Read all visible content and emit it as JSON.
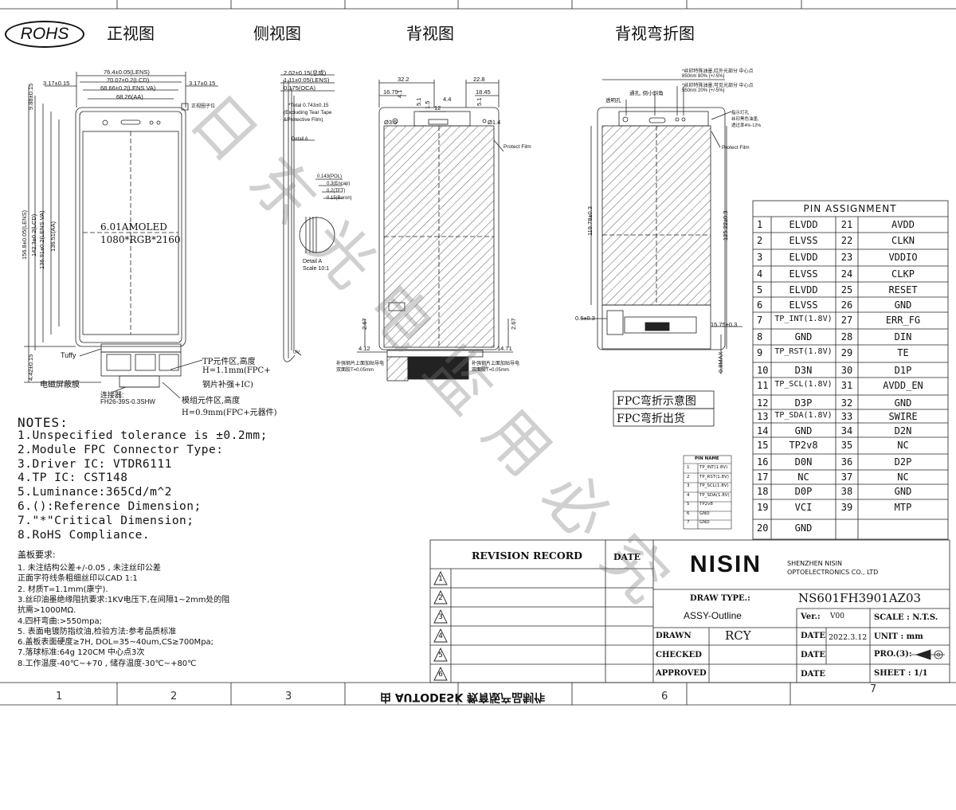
{
  "badge": "ROHS",
  "views": {
    "front": "正视图",
    "side": "侧视图",
    "back": "背视图",
    "back_bent": "背视弯折图"
  },
  "front_view": {
    "dims_top": [
      "76.4±0.05(LENS)",
      "70.07±0.2(LCD)",
      "68.66±0.2(LENS VA)",
      "68.26(AA)"
    ],
    "margin_left": "3.17±0.15",
    "margin_right": "3.17±0.15",
    "top_gap": "9.88±0.15",
    "v_dims": [
      "156.8±0.05(LENS)",
      "142.3±0.2(LCD)",
      "136.91±0.2(LENS VA)",
      "136.51(AA)"
    ],
    "bottom_dim": "4.42±0.15",
    "hole_label": "正视圈子位",
    "display_type": "6.01AMOLED",
    "resolution": "1080*RGB*2160",
    "tuffy": "Tuffy",
    "shield": "电磁屏蔽膜",
    "connector_label": "连接器:",
    "connector_part": "FH26-39S-0.3SHW",
    "tp_area_1": "TP元件区,高度",
    "tp_area_2": "H=1.1mm(FPC+",
    "tp_area_3": "钢片补强+IC)",
    "mod_area_1": "模组元件区,高度",
    "mod_area_2": "H=0.9mm(FPC+元器件)"
  },
  "side_view": {
    "dims": [
      "2.02±0.15(总成)",
      "1.11±0.05(LENS)",
      "0.175(OCA)"
    ],
    "total_1": "*Total 0.743±0.15",
    "total_2": "(Excluding Tear Tape",
    "total_3": "&Protective Film)",
    "detail_a": "Detail A",
    "layers": [
      "0.143(POL)",
      "0.3(Encap)",
      "0.2(TFT)",
      "0.15(Boron)"
    ],
    "detail_a_title": "Detail A",
    "detail_a_scale": "Scale 10:1",
    "uv": "UV"
  },
  "back_view": {
    "dims": [
      "32.2",
      "22.8",
      "16.75",
      "18.45",
      "4.1",
      "5.1",
      "1.5",
      "12",
      "4.4",
      "5.1"
    ],
    "hole_left": "Ø3.5",
    "hole_right": "Ø1.4",
    "protect_film": "Protect Film",
    "left_dim": "2.67",
    "right_dim": "2.67",
    "width_a": "4.12",
    "width_b": "14.71",
    "stiffener_1a": "补强钢片上面加贴导电",
    "stiffener_1b": "双面胶T=0.05mm",
    "stiffener_2a": "补强钢片上面加贴导电",
    "stiffener_2b": "双面胶T=0.05mm"
  },
  "bent_view": {
    "note_1": "*丝印特殊油墨,红外光部分 中心点",
    "note_2": "850nm 80% (+/-5%)",
    "note_3": "*丝印特殊油墨,可见光部分 中心点",
    "note_4": "550nm 20% (+/-5%)",
    "trans_hole": "透明孔",
    "earpiece": "通孔, 倒小斜角",
    "finger_1": "指示灯孔",
    "finger_2": "丝印黑色油墨,",
    "finger_3": "透过率4%-12%",
    "protect_film": "Protect Film",
    "height_1": "119.78±0.3",
    "height_2": "125.22±0.3",
    "dim_left": "0.6±0.3",
    "dim_right": "15.75±0.3",
    "max": "0.8MAX",
    "fpc_1": "FPC弯折示意图",
    "fpc_2": "FPC弯折出货"
  },
  "pin_assignment": {
    "title": "PIN ASSIGNMENT",
    "rows": [
      [
        "1",
        "ELVDD",
        "21",
        "AVDD"
      ],
      [
        "2",
        "ELVSS",
        "22",
        "CLKN"
      ],
      [
        "3",
        "ELVDD",
        "23",
        "VDDIO"
      ],
      [
        "4",
        "ELVSS",
        "24",
        "CLKP"
      ],
      [
        "5",
        "ELVDD",
        "25",
        "RESET"
      ],
      [
        "6",
        "ELVSS",
        "26",
        "GND"
      ],
      [
        "7",
        "TP_INT(1.8V)",
        "27",
        "ERR_FG"
      ],
      [
        "8",
        "GND",
        "28",
        "DIN"
      ],
      [
        "9",
        "TP_RST(1.8V)",
        "29",
        "TE"
      ],
      [
        "10",
        "D3N",
        "30",
        "D1P"
      ],
      [
        "11",
        "TP_SCL(1.8V)",
        "31",
        "AVDD_EN"
      ],
      [
        "12",
        "D3P",
        "32",
        "GND"
      ],
      [
        "13",
        "TP_SDA(1.8V)",
        "33",
        "SWIRE"
      ],
      [
        "14",
        "GND",
        "34",
        "D2N"
      ],
      [
        "15",
        "TP2v8",
        "35",
        "NC"
      ],
      [
        "16",
        "D0N",
        "36",
        "D2P"
      ],
      [
        "17",
        "NC",
        "37",
        "NC"
      ],
      [
        "18",
        "D0P",
        "38",
        "GND"
      ],
      [
        "19",
        "VCI",
        "39",
        "MTP"
      ],
      [
        "20",
        "GND",
        "",
        ""
      ]
    ]
  },
  "small_pin_table": {
    "title": "PIN NAME",
    "rows": [
      [
        "1",
        "TP_INT(1.8V)"
      ],
      [
        "2",
        "TP_RST(1.8V)"
      ],
      [
        "3",
        "TP_SCL(1.8V)"
      ],
      [
        "4",
        "TP_SDA(1.8V)"
      ],
      [
        "5",
        "TP2v8"
      ],
      [
        "6",
        "GND"
      ],
      [
        "7",
        "GND"
      ]
    ]
  },
  "notes": {
    "title": "NOTES:",
    "lines": [
      "1.Unspecified tolerance is ±0.2mm;",
      "2.Module FPC Connector Type:",
      "3.Driver IC: VTDR6111",
      "4.TP IC: CST148",
      "5.Luminance:365Cd/m^2",
      "6.():Reference Dimension;",
      "7.\"*\"Critical Dimension;",
      "8.RoHS Compliance."
    ]
  },
  "cover_requirements": {
    "title": "盖板要求:",
    "lines": [
      "1. 未注结构公差+/-0.05 , 未注丝印公差",
      "正面字符线条粗细丝印以CAD 1:1",
      "2. 材质T=1.1mm(康宁).",
      "3.丝印油墨绝缘阻抗要求:1KV电压下,在间隔1~2mm处的阻",
      "抗需>1000MΩ.",
      "4.四杆弯曲:>550mpa;",
      "5. 表面电镀防指纹油,检验方法:参考品质标准",
      "6.盖板表面硬度≥7H, DOL=35~40um,CS≥700Mpa;",
      "7.落球标准:64g 120CM 中心点3次",
      "8.工作温度-40℃~+70 , 储存温度-30℃~+80℃"
    ]
  },
  "revision": {
    "header": "REVISION RECORD",
    "date_header": "DATE",
    "numbers": [
      "1",
      "2",
      "3",
      "4",
      "5",
      "6"
    ]
  },
  "title_block": {
    "brand": "NISIN",
    "company": "SHENZHEN NISIN\nOPTOELECTRONICS CO., LTD",
    "part_number": "NS601FH3901AZ03",
    "draw_type_label": "DRAW TYPE.:",
    "draw_type": "ASSY-Outline",
    "ver_label": "Ver.:",
    "ver": "V00",
    "scale": "SCALE : N.T.S.",
    "drawn_label": "DRAWN",
    "drawn": "RCY",
    "date_label": "DATE",
    "date": "2022.3.12",
    "unit": "UNIT : mm",
    "projection": "PRO.(3):",
    "checked_label": "CHECKED",
    "approved_label": "APPROVED",
    "sheet": "SHEET : 1/1"
  },
  "grid_numbers": [
    "1",
    "2",
    "3",
    "6",
    "7"
  ],
  "footer": "由 AUTODESK 教育版产品制作",
  "watermark": "日东光电监用必究"
}
